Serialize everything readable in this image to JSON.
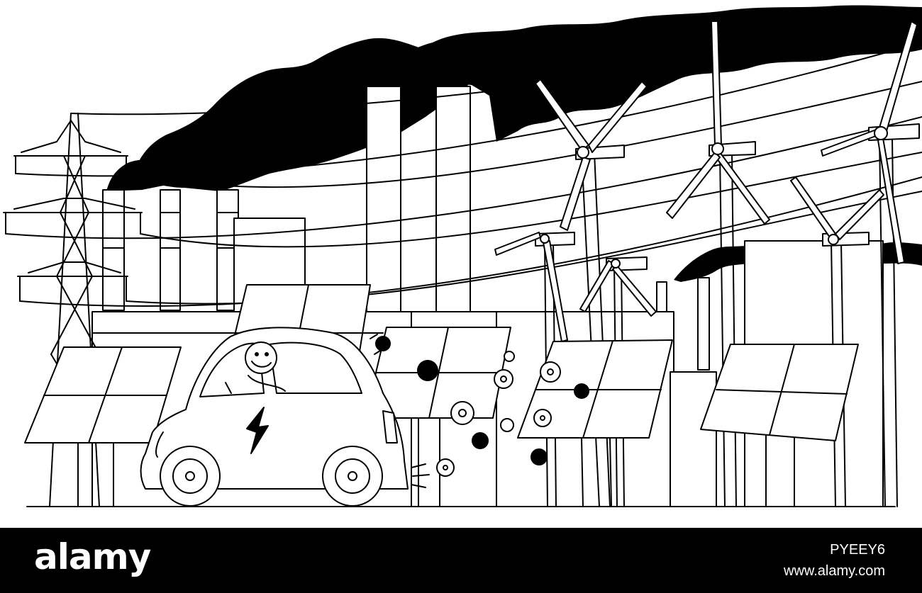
{
  "footer": {
    "brand": "alamy",
    "image_id": "PYEEY6",
    "site_url": "www.alamy.com"
  },
  "colors": {
    "ink": "#000000",
    "paper": "#ffffff",
    "footer_bg": "#000000"
  }
}
